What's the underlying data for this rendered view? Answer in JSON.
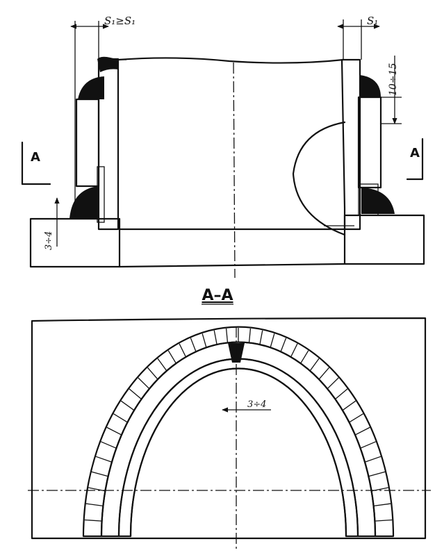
{
  "section_marker_left": "A",
  "section_marker_right": "A",
  "dim_left_thickness": "S₁≥S₁",
  "dim_right_thickness": "S₁",
  "dim_weld_length": "10÷15",
  "dim_left_height": "3÷4",
  "section_title": "A–A",
  "dim_gap": "3÷4"
}
